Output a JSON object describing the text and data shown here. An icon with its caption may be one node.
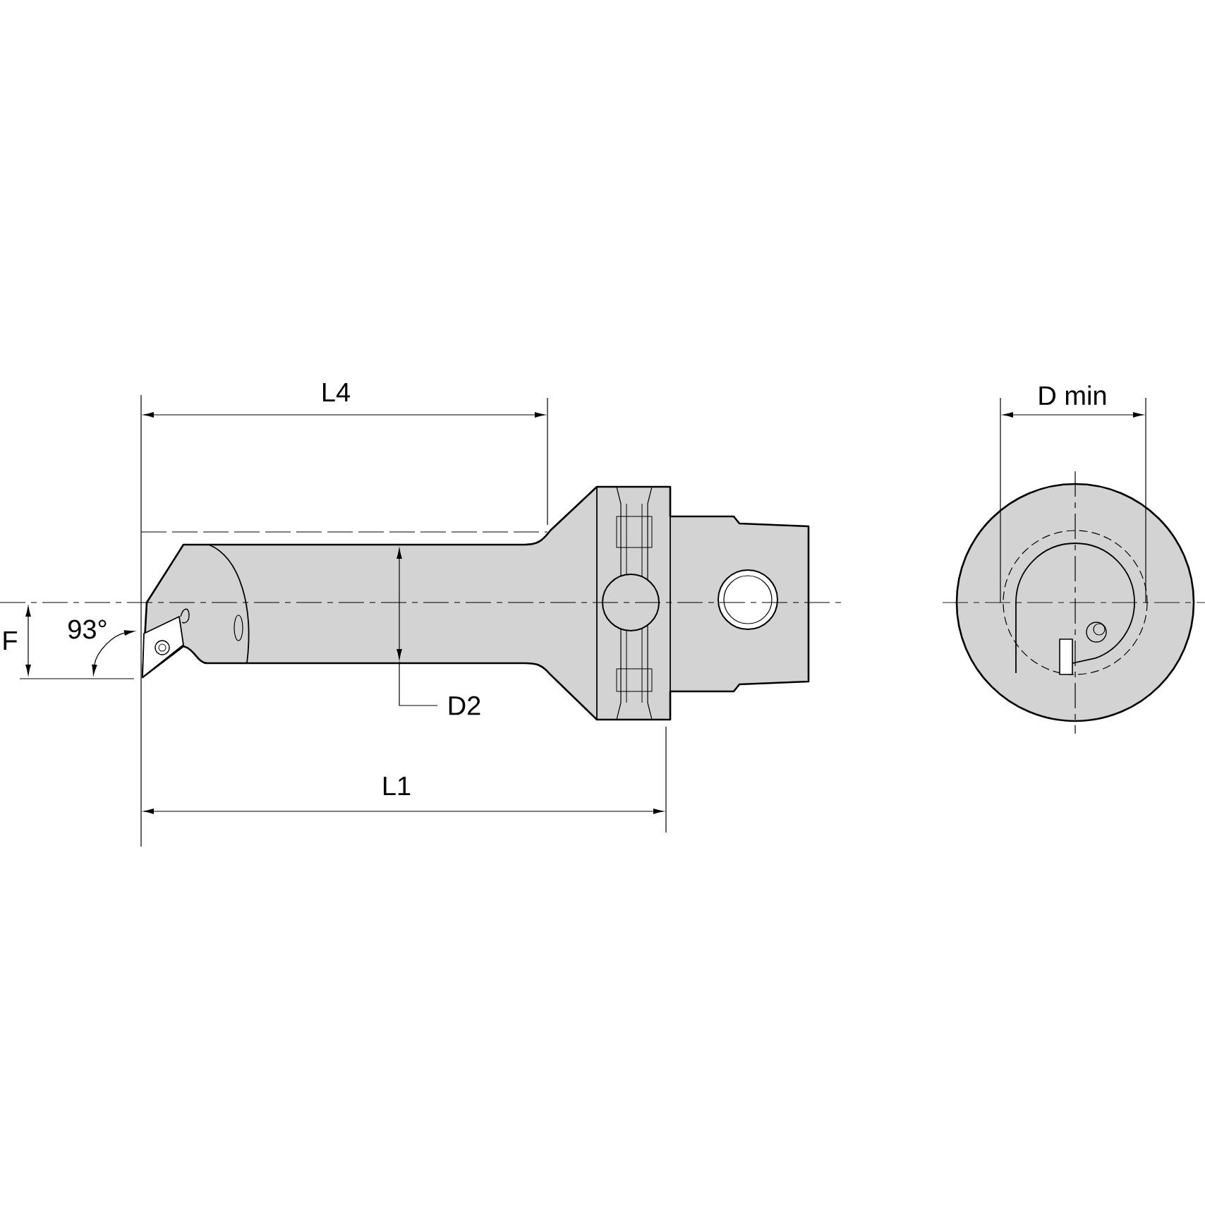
{
  "diagram": {
    "labels": [
      "L4",
      "D min",
      "93°",
      "F",
      "D2",
      "L1"
    ]
  }
}
